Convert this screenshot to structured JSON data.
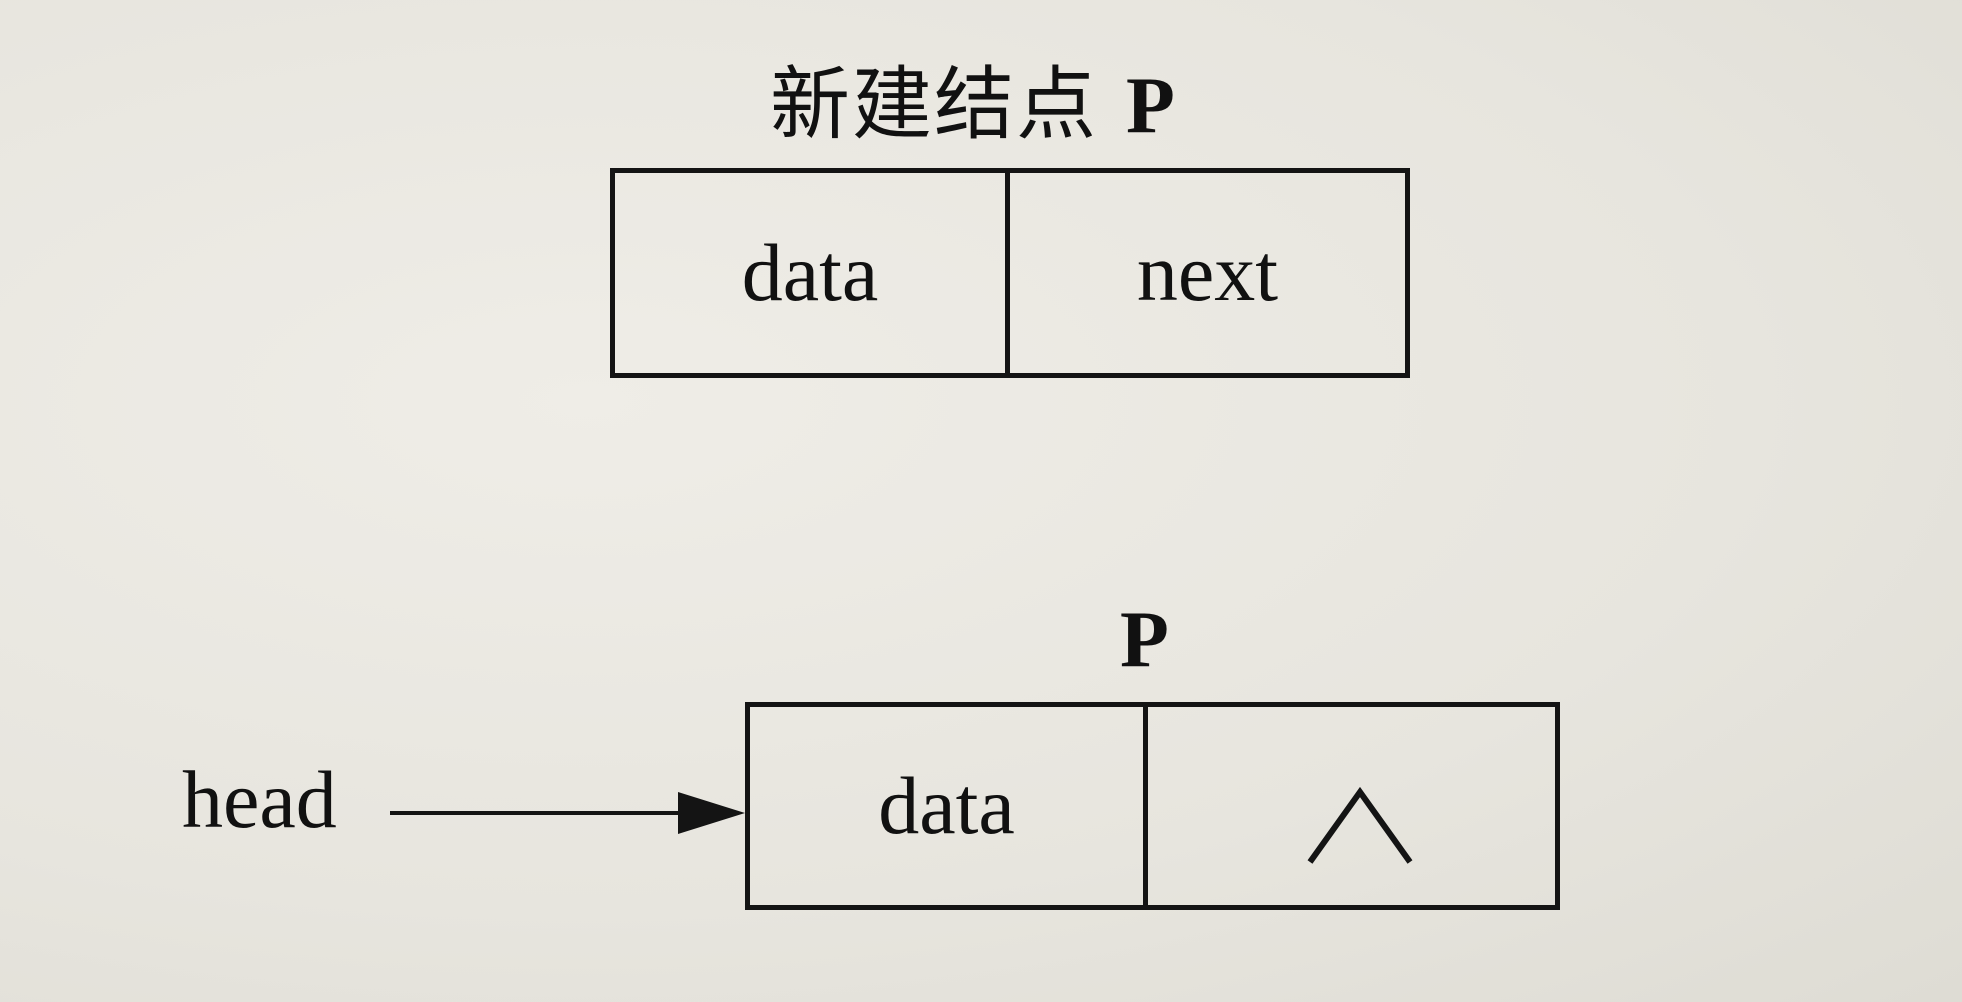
{
  "caption": {
    "chinese": "新建结点",
    "pointer": "P"
  },
  "node_new": {
    "data_label": "data",
    "next_label": "next"
  },
  "node_linked": {
    "pointer_label": "P",
    "data_label": "data",
    "null_symbol": "∧"
  },
  "head_label": "head"
}
